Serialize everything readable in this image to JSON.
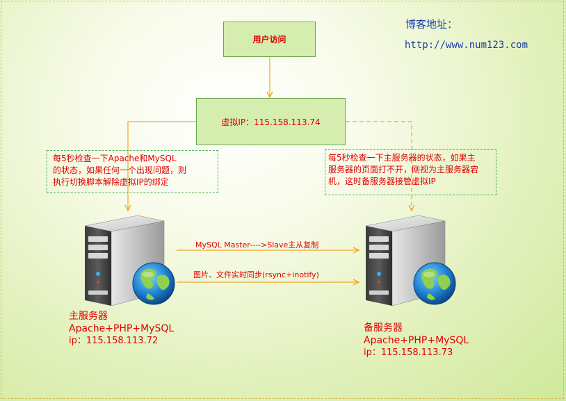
{
  "user_access": "用户访问",
  "virtual_ip": "虚拟IP：115.158.113.74",
  "left_note": {
    "lines": [
      "每5秒检查一下Apache和MySQL",
      "的状态，如果任何一个出现问题，则",
      "执行切换脚本解除虚拟IP的绑定"
    ]
  },
  "right_note": {
    "lines": [
      "每5秒检查一下主服务器的状态，如果主",
      "服务器的页面打不开，刚视为主服务器宕",
      "机，这时备服务器接管虚拟IP"
    ]
  },
  "primary_server": {
    "name": "主服务器",
    "stack": "Apache+PHP+MySQL",
    "ip": "ip：115.158.113.72"
  },
  "backup_server": {
    "name": "备服务器",
    "stack": "Apache+PHP+MySQL",
    "ip": "ip：115.158.113.73"
  },
  "replication_label": "MySQL Master---->Slave主从复制",
  "sync_label": "图片、文件实时同步(rsync+inotify)",
  "blog": {
    "title": "博客地址：",
    "url": "http://www.num123.com"
  },
  "colors": {
    "arrow": "#f5a623",
    "label_red": "#e00000",
    "box_fill": "#d6edb0",
    "box_border": "#6aa84f",
    "note_border": "#4caf50",
    "blog_blue": "#1a3ea8"
  },
  "icons": {
    "server": "server-tower-icon",
    "globe": "globe-icon"
  }
}
